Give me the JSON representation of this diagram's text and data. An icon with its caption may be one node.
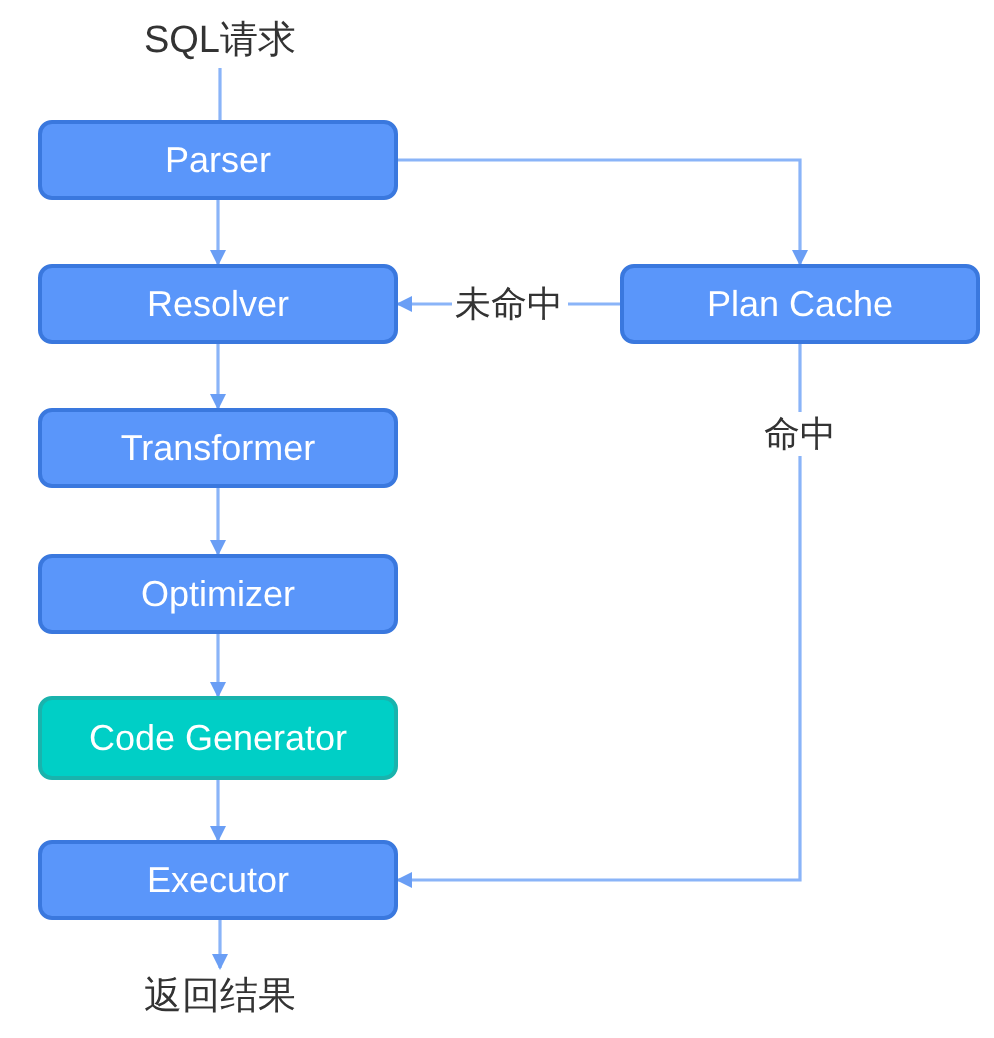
{
  "diagram": {
    "nodes": [
      {
        "text": [
          "SQL请求"
        ]
      },
      {
        "text": [
          "Parser"
        ]
      },
      {
        "text": [
          "Resolver"
        ]
      },
      {
        "text": [
          "Transformer"
        ]
      },
      {
        "text": [
          "Optimizer"
        ]
      },
      {
        "text": [
          "Code Generator"
        ]
      },
      {
        "text": [
          "Executor"
        ]
      },
      {
        "text": [
          "Plan Cache"
        ]
      },
      {
        "text": [
          "返回结果"
        ]
      }
    ],
    "edges": [
      {
        "from": 0,
        "to": 1,
        "arrow": "to"
      },
      {
        "from": 1,
        "to": 2,
        "arrow": "to"
      },
      {
        "from": 2,
        "to": 3,
        "arrow": "to"
      },
      {
        "from": 3,
        "to": 4,
        "arrow": "to"
      },
      {
        "from": 4,
        "to": 5,
        "arrow": "to"
      },
      {
        "from": 5,
        "to": 6,
        "arrow": "to"
      },
      {
        "from": 6,
        "to": 8,
        "arrow": "to"
      },
      {
        "from": 1,
        "to": 7,
        "arrow": "to"
      },
      {
        "from": 7,
        "to": 2,
        "arrow": "to",
        "label": "未命中"
      },
      {
        "from": 7,
        "to": 6,
        "arrow": "to",
        "label": "命中"
      }
    ]
  }
}
